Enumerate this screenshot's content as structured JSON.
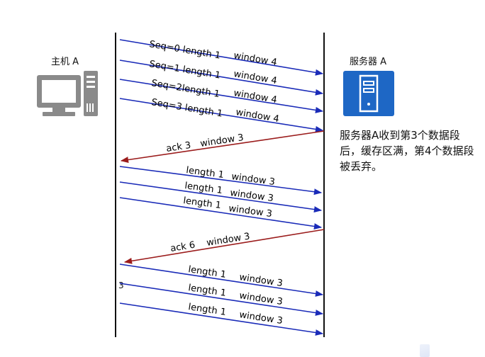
{
  "host": {
    "label": "主机 A",
    "icon": "desktop-computer-icon"
  },
  "server": {
    "label": "服务器 A",
    "icon": "server-icon"
  },
  "note": "服务器A收到第3个数据段后，缓存区满，第4个数据段被丢弃。",
  "colors": {
    "request_arrow": "#1a2bb8",
    "ack_arrow": "#9b1c1c",
    "timeline": "#111111",
    "server_bg": "#1e67c5",
    "computer": "#8a8a8a"
  },
  "messages": [
    {
      "direction": "host_to_server",
      "text": "Seq=0 length 1",
      "window": "window 4"
    },
    {
      "direction": "host_to_server",
      "text": "Seq=1 length 1",
      "window": "window 4"
    },
    {
      "direction": "host_to_server",
      "text": "Seq=2length 1",
      "window": "window 4"
    },
    {
      "direction": "host_to_server",
      "text": "Seq=3 length 1",
      "window": "window 4"
    },
    {
      "direction": "server_to_host",
      "text": "ack 3",
      "window": "window 3"
    },
    {
      "direction": "host_to_server",
      "text": "length 1",
      "window": "window 3"
    },
    {
      "direction": "host_to_server",
      "text": "length 1",
      "window": "window 3"
    },
    {
      "direction": "host_to_server",
      "text": "length 1",
      "window": "window 3"
    },
    {
      "direction": "server_to_host",
      "text": "ack 6",
      "window": "window 3"
    },
    {
      "direction": "host_to_server",
      "text": "length 1",
      "window": "window 3"
    },
    {
      "direction": "host_to_server",
      "text": "length 1",
      "window": "window 3"
    },
    {
      "direction": "host_to_server",
      "text": "length 1",
      "window": "window 3"
    }
  ],
  "stray_mark": "3"
}
